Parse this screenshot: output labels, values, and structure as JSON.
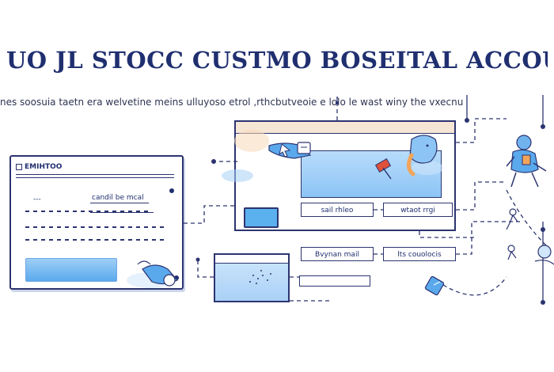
{
  "title": "UO JL STOCC CUSTMO BOSEITAL ACCOUNT",
  "subtitle": "nes soosuia taetn era welvetine meins ulluyoso etrol ,rthcbutveoie e lolo le wast winy the vxecnu",
  "left_window": {
    "header": "EMIHTOO",
    "field_label": "candil be mcal",
    "short_field": "---"
  },
  "center_panel": {
    "field_1": "sail rhleo",
    "field_2": "wtaot rrgi",
    "field_3": "Bvynan mail",
    "field_4": "lts couolocis"
  },
  "colors": {
    "ink": "#1f2f6f",
    "accent_blue": "#5aa9ec",
    "light_blue": "#b8dcfb",
    "orange": "#f2a45a",
    "red": "#e0513c"
  },
  "icons": [
    "person-icon",
    "cursor-icon",
    "flag-icon",
    "key-icon",
    "toggle-icon"
  ]
}
